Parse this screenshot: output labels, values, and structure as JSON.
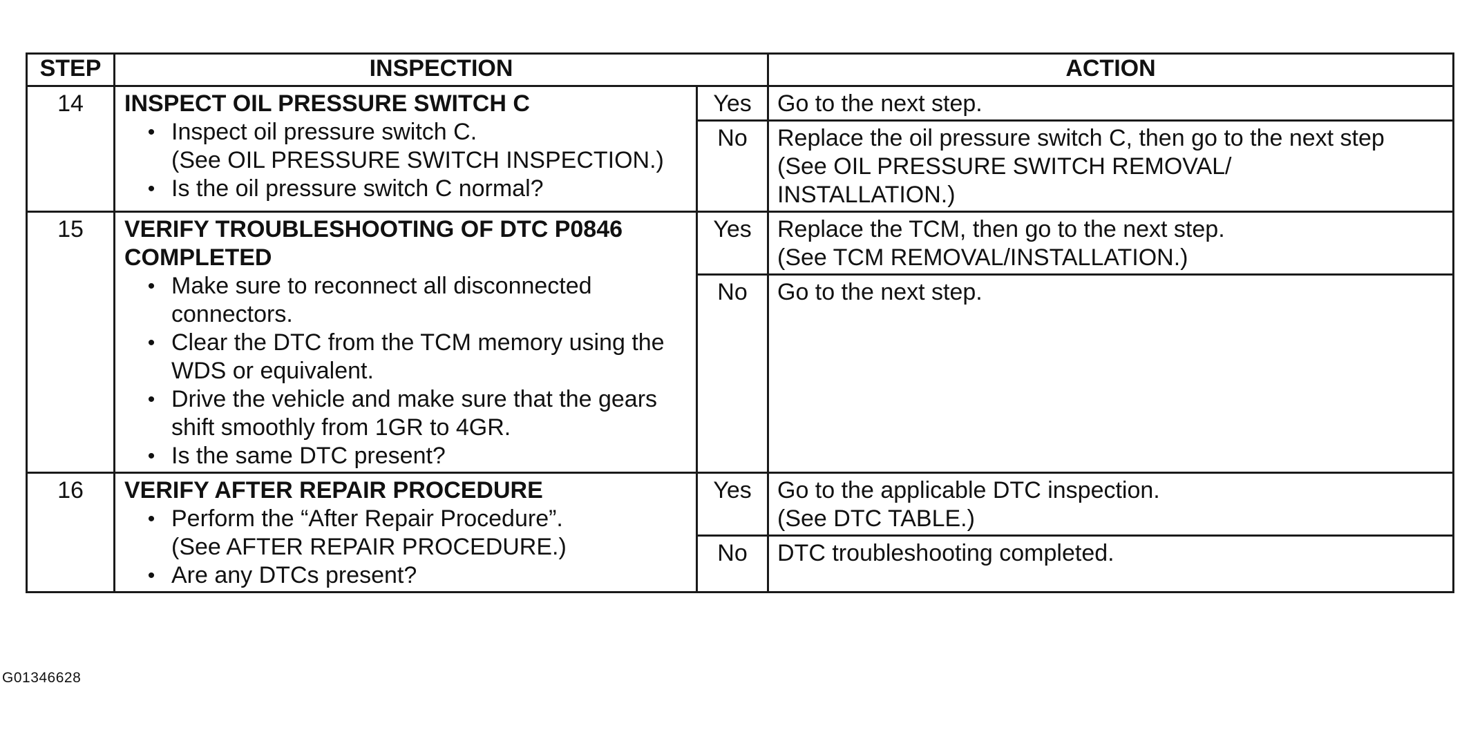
{
  "header": {
    "step": "STEP",
    "inspection": "INSPECTION",
    "action": "ACTION"
  },
  "rows": [
    {
      "step": "14",
      "title": "INSPECT OIL PRESSURE SWITCH C",
      "bullets": [
        {
          "text": "Inspect oil pressure switch C.",
          "note": "(See OIL PRESSURE SWITCH INSPECTION.)"
        },
        {
          "text": "Is the oil pressure switch C normal?",
          "note": ""
        }
      ],
      "yes_label": "Yes",
      "yes_action": [
        "Go to the next step."
      ],
      "no_label": "No",
      "no_action": [
        "Replace the oil pressure switch C, then go to the next step",
        "(See OIL PRESSURE SWITCH REMOVAL/",
        "INSTALLATION.)"
      ]
    },
    {
      "step": "15",
      "title": "VERIFY TROUBLESHOOTING OF DTC P0846 COMPLETED",
      "bullets": [
        {
          "text": "Make sure to reconnect all disconnected connectors.",
          "note": ""
        },
        {
          "text": "Clear the DTC from the TCM memory using the WDS or equivalent.",
          "note": ""
        },
        {
          "text": "Drive the vehicle and make sure that the gears shift smoothly from 1GR to 4GR.",
          "note": ""
        },
        {
          "text": "Is the same DTC present?",
          "note": ""
        }
      ],
      "yes_label": "Yes",
      "yes_action": [
        "Replace the TCM, then go to the next step.",
        "(See TCM REMOVAL/INSTALLATION.)"
      ],
      "no_label": "No",
      "no_action": [
        "Go to the next step."
      ]
    },
    {
      "step": "16",
      "title": "VERIFY AFTER REPAIR PROCEDURE",
      "bullets": [
        {
          "text": "Perform the “After Repair Procedure”.",
          "note": "(See AFTER REPAIR PROCEDURE.)"
        },
        {
          "text": "Are any DTCs present?",
          "note": ""
        }
      ],
      "yes_label": "Yes",
      "yes_action": [
        "Go to the applicable DTC inspection.",
        "(See DTC TABLE.)"
      ],
      "no_label": "No",
      "no_action": [
        "DTC troubleshooting completed."
      ]
    }
  ],
  "figure_code": "G01346628"
}
